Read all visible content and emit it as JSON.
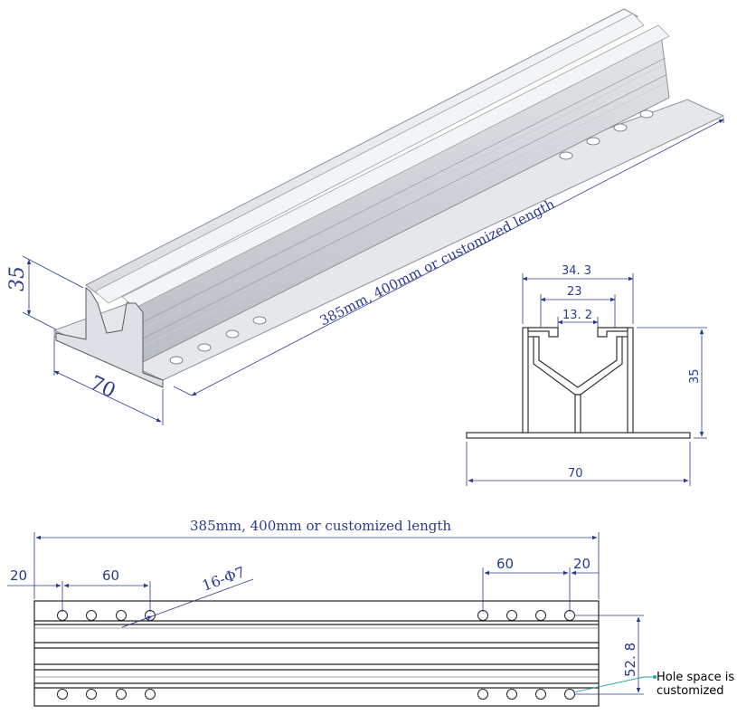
{
  "colors": {
    "dimension": "#2c3a8c",
    "outline": "#333333",
    "metal_light": "#eef0f2",
    "metal_mid": "#d3d7dc",
    "metal_dark": "#a9aeb5",
    "note_leader": "#2aa6a0"
  },
  "iso_view": {
    "height_label": "35",
    "width_label": "70",
    "length_label": "385mm, 400mm or customized length"
  },
  "section_view": {
    "dim_34_3": "34. 3",
    "dim_23": "23",
    "dim_13_2": "13. 2",
    "dim_35": "35",
    "dim_70": "70"
  },
  "plan_view": {
    "length_label": "385mm, 400mm or customized length",
    "left_edge_dim": "20",
    "left_pitch_dim": "60",
    "hole_callout": "16-Φ7",
    "right_pitch_dim": "60",
    "right_edge_dim": "20",
    "row_spacing_dim": "52. 8",
    "note_line1": "Hole space is",
    "note_line2": "customized"
  }
}
